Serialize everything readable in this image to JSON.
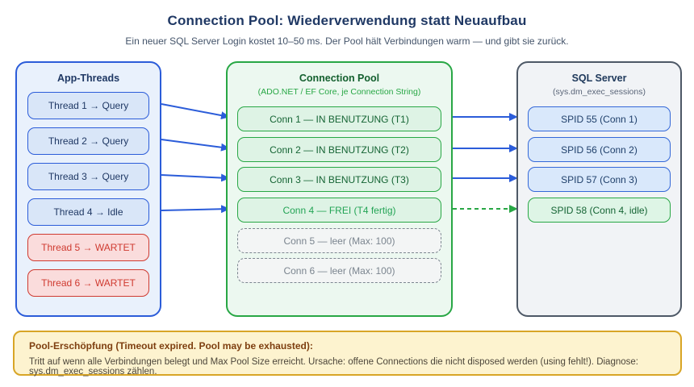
{
  "title": "Connection Pool: Wiederverwendung statt Neuaufbau",
  "subtitle": "Ein neuer SQL Server Login kostet 10–50 ms. Der Pool hält Verbindungen warm — und gibt sie zurück.",
  "colors": {
    "title": "#1f3864",
    "thread_blue": "#2b5cd9",
    "thread_red": "#cf3a30",
    "pool_green": "#28a745",
    "empty_gray": "#7b858f",
    "server_border": "#4d5866",
    "warning_border": "#d8a526",
    "warning_bg": "#fdf3cf"
  },
  "app_threads": {
    "title": "App-Threads",
    "items": [
      {
        "label": "Thread 1 → Query",
        "state": "active"
      },
      {
        "label": "Thread 2 → Query",
        "state": "active"
      },
      {
        "label": "Thread 3 → Query",
        "state": "active"
      },
      {
        "label": "Thread 4 → Idle",
        "state": "active"
      },
      {
        "label": "Thread 5 → WARTET",
        "state": "waiting"
      },
      {
        "label": "Thread 6 → WARTET",
        "state": "waiting"
      }
    ]
  },
  "connection_pool": {
    "title": "Connection Pool",
    "subtitle": "(ADO.NET / EF Core, je Connection String)",
    "items": [
      {
        "label": "Conn 1 — IN BENUTZUNG (T1)",
        "state": "busy"
      },
      {
        "label": "Conn 2 — IN BENUTZUNG (T2)",
        "state": "busy"
      },
      {
        "label": "Conn 3 — IN BENUTZUNG (T3)",
        "state": "busy"
      },
      {
        "label": "Conn 4 — FREI (T4 fertig)",
        "state": "free"
      },
      {
        "label": "Conn 5 — leer (Max: 100)",
        "state": "empty"
      },
      {
        "label": "Conn 6 — leer (Max: 100)",
        "state": "empty"
      }
    ]
  },
  "sql_server": {
    "title": "SQL Server",
    "subtitle": "(sys.dm_exec_sessions)",
    "items": [
      {
        "label": "SPID 55 (Conn 1)",
        "state": "active"
      },
      {
        "label": "SPID 56 (Conn 2)",
        "state": "active"
      },
      {
        "label": "SPID 57 (Conn 3)",
        "state": "active"
      },
      {
        "label": "SPID 58 (Conn 4, idle)",
        "state": "idle"
      }
    ]
  },
  "connections": [
    {
      "from": "Thread 1",
      "to": "Conn 1",
      "style": "solid-blue"
    },
    {
      "from": "Thread 2",
      "to": "Conn 2",
      "style": "solid-blue"
    },
    {
      "from": "Thread 3",
      "to": "Conn 3",
      "style": "solid-blue"
    },
    {
      "from": "Thread 4",
      "to": "Conn 4",
      "style": "solid-blue"
    },
    {
      "from": "Conn 1",
      "to": "SPID 55",
      "style": "solid-blue"
    },
    {
      "from": "Conn 2",
      "to": "SPID 56",
      "style": "solid-blue"
    },
    {
      "from": "Conn 3",
      "to": "SPID 57",
      "style": "solid-blue"
    },
    {
      "from": "Conn 4",
      "to": "SPID 58",
      "style": "dashed-green"
    }
  ],
  "warning": {
    "title": "Pool-Erschöpfung (Timeout expired. Pool may be exhausted):",
    "body": "Tritt auf wenn alle Verbindungen belegt und Max Pool Size erreicht. Ursache: offene Connections die nicht disposed werden (using fehlt!). Diagnose: sys.dm_exec_sessions zählen."
  }
}
